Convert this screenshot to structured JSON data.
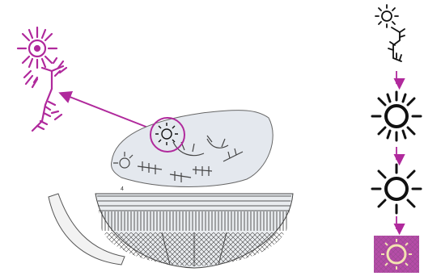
{
  "figure": {
    "fragment_label": "4",
    "colors": {
      "magenta": "#b0299c",
      "ink": "#111111",
      "sketch": "#555555",
      "fragment_fill": "#e4e8ee",
      "photo_fill": "#b54ca8"
    },
    "sequence_steps": [
      "original-motif",
      "redrawn-sun",
      "simplified-sun",
      "color-photo-detail"
    ],
    "icons": [
      "magenta-sketch",
      "zoom-arrow",
      "highlight-circle",
      "down-arrow"
    ]
  }
}
